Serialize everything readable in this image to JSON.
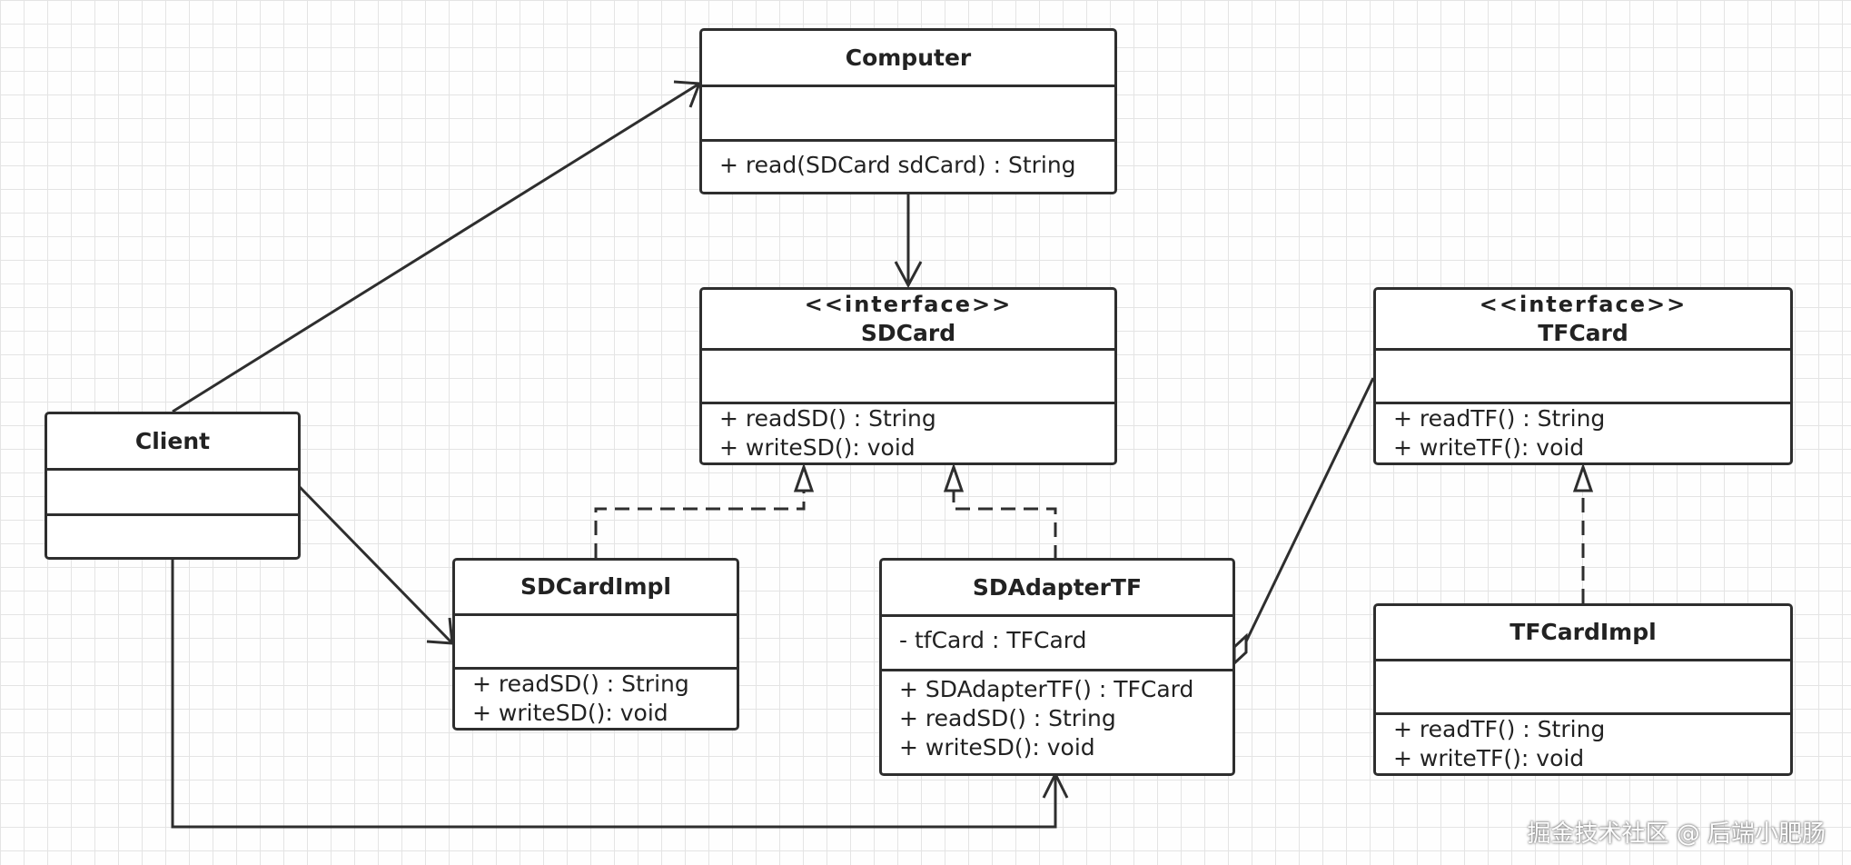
{
  "classes": {
    "computer": {
      "name": "Computer",
      "operations": [
        "+ read(SDCard sdCard) : String"
      ]
    },
    "sdcard": {
      "stereotype": "<<interface>>",
      "name": "SDCard",
      "operations": [
        "+ readSD() : String",
        "+ writeSD(): void"
      ]
    },
    "tfcard": {
      "stereotype": "<<interface>>",
      "name": "TFCard",
      "operations": [
        "+ readTF() : String",
        "+ writeTF(): void"
      ]
    },
    "client": {
      "name": "Client"
    },
    "sdcardimpl": {
      "name": "SDCardImpl",
      "operations": [
        "+ readSD() : String",
        "+ writeSD(): void"
      ]
    },
    "sdadaptertf": {
      "name": "SDAdapterTF",
      "attributes": [
        "- tfCard : TFCard"
      ],
      "operations": [
        "+ SDAdapterTF() : TFCard",
        "+ readSD() : String",
        "+ writeSD(): void"
      ]
    },
    "tfcardimpl": {
      "name": "TFCardImpl",
      "operations": [
        "+ readTF() : String",
        "+ writeTF(): void"
      ]
    }
  },
  "watermark": "掘金技术社区 @ 后端小肥肠",
  "colors": {
    "stroke": "#2e2e2e",
    "grid": "#e4e4e4",
    "background": "#fefefe"
  }
}
